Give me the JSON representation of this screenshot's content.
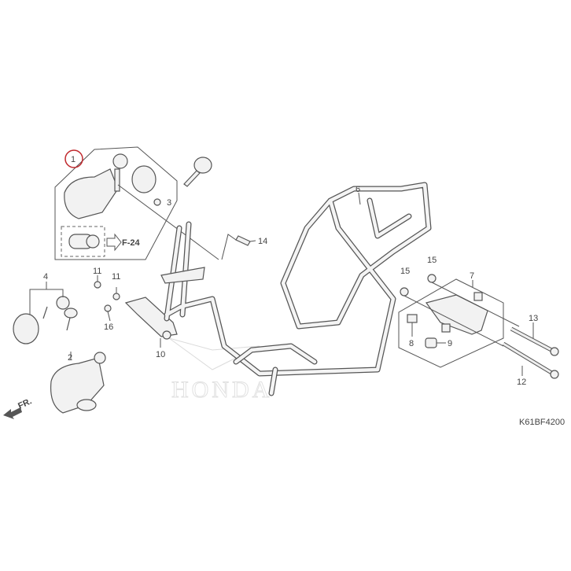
{
  "diagram": {
    "callouts": [
      "1",
      "2",
      "3",
      "4",
      "6",
      "7",
      "8",
      "9",
      "10",
      "11",
      "11",
      "12",
      "13",
      "14",
      "15",
      "15",
      "16"
    ],
    "highlighted_callout": "1",
    "highlight_color": "#c0282d",
    "reference_label": "F-24",
    "direction_label": "FR.",
    "watermark": "HONDA",
    "diagram_code": "K61BF4200"
  }
}
